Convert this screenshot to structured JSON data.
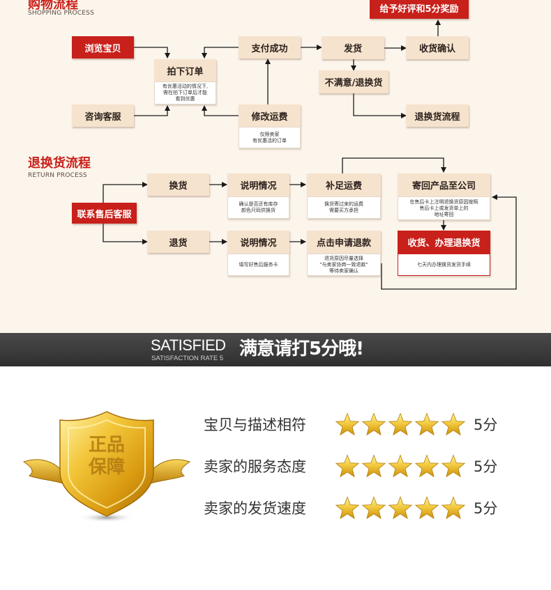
{
  "shopping": {
    "title": "购物流程",
    "subtitle": "SHOPPING PROCESS",
    "browse": "浏览宝贝",
    "consult": "咨询客服",
    "order": "拍下订单",
    "order_note": "有优惠活动的情况下,\n需在拍下订单后才能\n看到优惠",
    "pay": "支付成功",
    "modify": "修改运费",
    "modify_note": "仅限卖家\n有优惠活的订单",
    "ship": "发货",
    "receive": "收货确认",
    "reward": "给予好评和5分奖励",
    "unsatisfied": "不满意/退换货",
    "return_flow": "退换货流程"
  },
  "returns": {
    "title": "退换货流程",
    "subtitle": "RETURN PROCESS",
    "contact": "联系售后客服",
    "exchange": "换货",
    "refund": "退货",
    "explain1": "说明情况",
    "explain1_note": "确认是否还有库存\n颜色尺码供换货",
    "explain2": "说明情况",
    "explain2_note": "填写好售后服务卡",
    "shipping_fee": "补足运费",
    "shipping_fee_note": "换货寄过来的运费\n需要买方承担",
    "apply_refund": "点击申请退款",
    "apply_refund_note": "退货原因尽量选择\n\"与卖家协商一致退款\"\n等待卖家确认",
    "send_back": "寄回产品至公司",
    "send_back_note": "在售后卡上注明退换货原因按照\n售后卡上或发货单上的\n地址寄回",
    "receive_handle": "收货、办理退换货",
    "receive_handle_note": "七天内办理换货发货手续"
  },
  "banner": {
    "en": "SATISFIED",
    "en_sub": "SATISFACTION RATE 5",
    "cn": "满意请打5分哦!"
  },
  "badge": {
    "text": "正品\n保障"
  },
  "ratings": [
    {
      "label": "宝贝与描述相符",
      "score": "5分",
      "stars": 5
    },
    {
      "label": "卖家的服务态度",
      "score": "5分",
      "stars": 5
    },
    {
      "label": "卖家的发货速度",
      "score": "5分",
      "stars": 5
    }
  ],
  "colors": {
    "accent_red": "#c8201a",
    "box_beige": "#f6e3cd",
    "section_bg": "#fcf5ec",
    "banner_dark": "#3a3a3a",
    "gold": "#e6b422"
  }
}
